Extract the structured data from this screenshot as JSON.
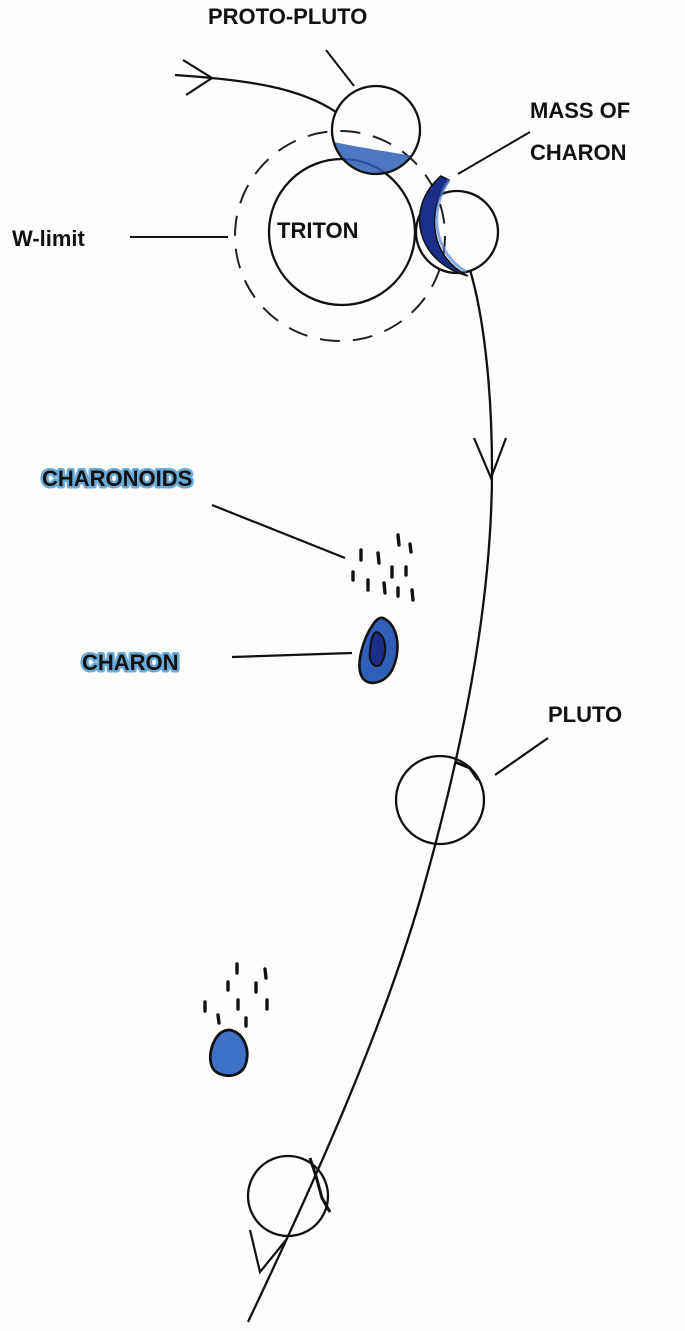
{
  "labels": {
    "proto_pluto": "PROTO-PLUTO",
    "mass_of_charon_line1": "MASS OF",
    "mass_of_charon_line2": "CHARON",
    "w_limit": "W-limit",
    "triton": "TRITON",
    "charonoids": "CHARONOIDS",
    "charon": "CHARON",
    "pluto": "PLUTO"
  },
  "colors": {
    "ink": "#111111",
    "charon_blue": "#2f5fb8",
    "dark_blue": "#1a2f8a",
    "label_halo": "#6aaad8",
    "paper": "#fdfdfb"
  }
}
